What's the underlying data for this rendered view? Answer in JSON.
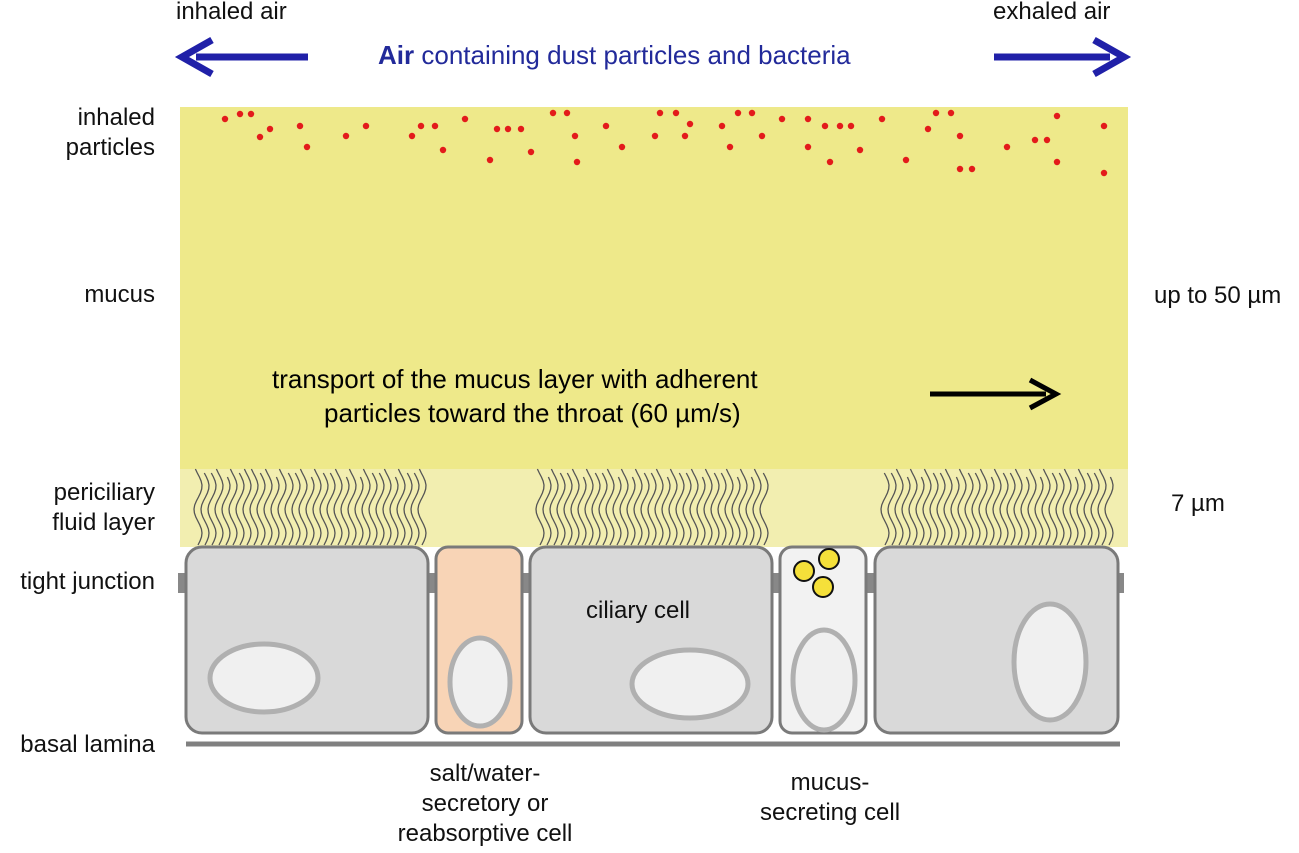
{
  "header": {
    "inhaled_air": "inhaled air",
    "exhaled_air": "exhaled air",
    "air_bold": "Air",
    "air_rest": "containing dust particles and bacteria"
  },
  "left_labels": {
    "inhaled_particles_1": "inhaled",
    "inhaled_particles_2": "particles",
    "mucus": "mucus",
    "periciliary_1": "periciliary",
    "periciliary_2": "fluid layer",
    "tight_junction": "tight junction",
    "basal_lamina": "basal lamina"
  },
  "right_labels": {
    "mucus_thickness": "up to 50 µm",
    "fluid_thickness": "7 µm"
  },
  "transport": {
    "line1": "transport of the mucus layer with adherent",
    "line2": "particles toward the throat (60 µm/s)"
  },
  "cells": {
    "ciliary": "ciliary cell",
    "salt_1": "salt/water-",
    "salt_2": "secretory or",
    "salt_3": "reabsorptive cell",
    "mucus_1": "mucus-",
    "mucus_2": "secreting cell"
  },
  "colors": {
    "mucus": "#eee98a",
    "fluid": "#f2eeb0",
    "arrow_blue": "#2020a8",
    "particle": "#e31b1b",
    "cell_fill": "#d9d9d9",
    "cell_border": "#7a7a7a",
    "salt_cell": "#f8d4b6",
    "granule": "#f5e03a"
  }
}
